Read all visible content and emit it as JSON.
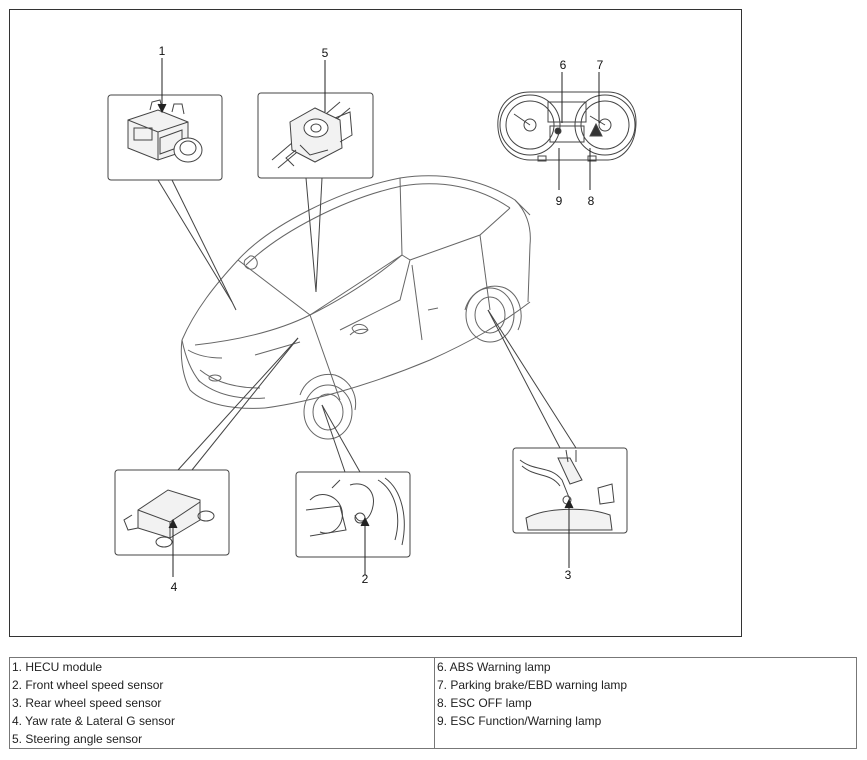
{
  "callouts": {
    "c1": "1",
    "c2": "2",
    "c3": "3",
    "c4": "4",
    "c5": "5",
    "c6": "6",
    "c7": "7",
    "c8": "8",
    "c9": "9"
  },
  "legend": {
    "left": [
      "1. HECU module",
      "2. Front wheel speed sensor",
      "3. Rear wheel speed sensor",
      "4. Yaw rate & Lateral G sensor",
      "5. Steering angle sensor"
    ],
    "right": [
      "6. ABS Warning lamp",
      "7. Parking brake/EBD warning lamp",
      "8. ESC OFF lamp",
      "9. ESC Function/Warning lamp"
    ]
  }
}
